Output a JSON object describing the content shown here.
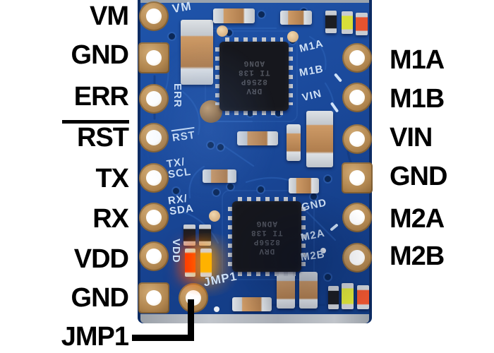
{
  "annotation": {
    "left_pins": [
      "VM",
      "GND",
      "ERR",
      "RST",
      "TX",
      "RX",
      "VDD",
      "GND"
    ],
    "jmp1_label": "JMP1",
    "right_pins": [
      "M1A",
      "M1B",
      "VIN",
      "GND",
      "M2A",
      "M2B"
    ],
    "rst_overline": true
  },
  "silkscreen": {
    "vm": "VM",
    "err": "ERR",
    "rst": "RST",
    "tx_line1": "TX/",
    "tx_line2": "SCL",
    "rx_line1": "RX/",
    "rx_line2": "SDA",
    "vdd": "VDD",
    "jmp1": "JMP1",
    "m1a": "M1A",
    "m1b": "M1B",
    "vin": "VIN",
    "gnd": "GND",
    "m2a": "M2A",
    "m2b": "M2B"
  },
  "chips": [
    {
      "lines": [
        "DRV",
        "8256P",
        "TI 138",
        "ADNG"
      ]
    },
    {
      "lines": [
        "DRV",
        "8256P",
        "TI 138",
        "ADNG"
      ]
    }
  ],
  "colors": {
    "board_blue": "#1b4a9c",
    "board_edge_dark": "#0d2c63",
    "board_edge_gray": "#a9aeb6",
    "silkscreen": "#cfe2f8",
    "pad_gold": "#b0854e",
    "hole_white": "#ffffff",
    "label_black": "#000000",
    "capacitor_tan": "#b07e4e",
    "metal_silver": "#c8ccd2",
    "chip_black": "#16171d",
    "led_yellow": "#d7df39",
    "led_red_orange": "#e5532f",
    "lit_led_red": "#ff3b00",
    "lit_led_amber": "#ffb200"
  }
}
